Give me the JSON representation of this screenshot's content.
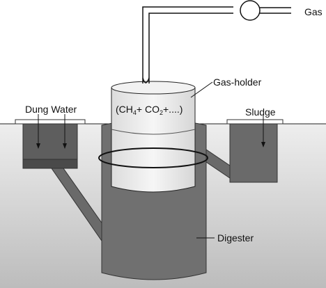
{
  "labels": {
    "gas": "Gas",
    "gas_holder": "Gas-holder",
    "contents_open": "(CH",
    "contents_sub4": "4",
    "contents_mid": "+ CO",
    "contents_sub2": "2",
    "contents_tail": "+....)",
    "dung_water": "Dung Water",
    "sludge": "Sludge",
    "digester": "Digester"
  },
  "colors": {
    "ground_top": "#ececec",
    "ground_bottom": "#bdbdbd",
    "digester": "#707070",
    "inlet_tank": "#5f5f5f",
    "outlet_tank": "#6a6a6a",
    "gas_holder": "#ececec",
    "outline": "#111111"
  }
}
